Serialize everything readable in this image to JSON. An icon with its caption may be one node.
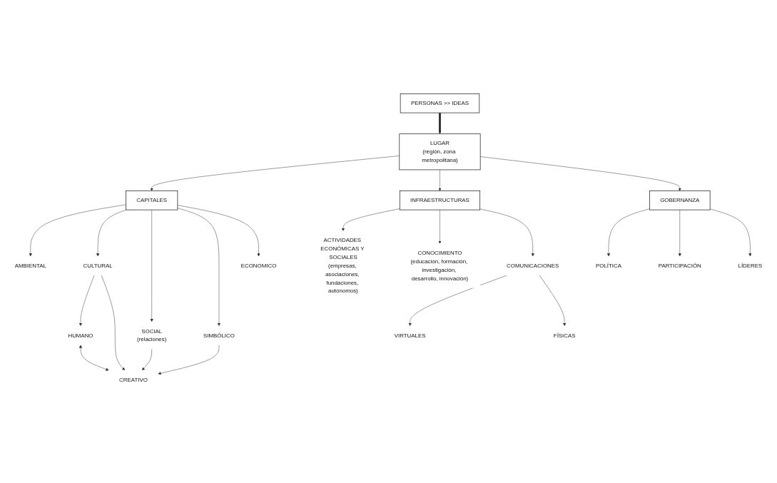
{
  "diagram": {
    "nodes": [
      {
        "text": [
          "PERSONAS >> IDEAS"
        ]
      },
      {
        "text": [
          "LUGAR",
          "(región, zona metropolitana)"
        ]
      },
      {
        "text": [
          "CAPITALES"
        ]
      },
      {
        "text": [
          "GOBERNANZA"
        ]
      },
      {
        "text": [
          "CULTURAL"
        ]
      },
      {
        "text": [
          "SOCIAL",
          "(relaciones)"
        ]
      },
      {
        "text": [
          "SIMBÓLICO"
        ]
      },
      {
        "text": [
          "ECONOMICO"
        ]
      },
      {
        "text": [
          "AMBIENTAL"
        ]
      },
      {
        "text": [
          "HUMANO"
        ]
      },
      {
        "text": [
          "CREATIVO"
        ]
      },
      {
        "text": [
          "POLÍTICA"
        ]
      },
      {
        "text": [
          "PARTICIPACIÓN"
        ]
      },
      {
        "text": [
          "LÍDERES"
        ]
      },
      {
        "text": [
          "INFRAESTRUCTURAS"
        ]
      },
      {
        "text": [
          "ACTIVIDADES ECONÓMICAS Y SOCIALES",
          "(empresas, asociaciones, fundaciones, autónomos)"
        ]
      },
      {
        "text": [
          "CONOCIMIENTO",
          "(educación, formación, investigación, desarrollo, innovación)"
        ]
      },
      {
        "text": [
          "COMUNICACIONES"
        ]
      },
      {
        "text": [
          "VIRTUALES"
        ]
      },
      {
        "text": [
          "FÍSICAS"
        ]
      }
    ],
    "edges": [
      {
        "from": 0,
        "to": 1,
        "arrow": "to",
        "style": "thick"
      },
      {
        "from": 1,
        "to": 2,
        "arrow": "to"
      },
      {
        "from": 1,
        "to": 14,
        "arrow": "to"
      },
      {
        "from": 1,
        "to": 3,
        "arrow": "to"
      },
      {
        "from": 2,
        "to": 8,
        "arrow": "to"
      },
      {
        "from": 2,
        "to": 4,
        "arrow": "to"
      },
      {
        "from": 2,
        "to": 5,
        "arrow": "to"
      },
      {
        "from": 2,
        "to": 6,
        "arrow": "to"
      },
      {
        "from": 2,
        "to": 7,
        "arrow": "to"
      },
      {
        "from": 4,
        "to": 9,
        "arrow": "to"
      },
      {
        "from": 4,
        "to": 10,
        "arrow": "to"
      },
      {
        "from": 5,
        "to": 10,
        "arrow": "to"
      },
      {
        "from": 6,
        "to": 10,
        "arrow": "to"
      },
      {
        "from": 9,
        "to": 10,
        "arrow": "both"
      },
      {
        "from": 3,
        "to": 11,
        "arrow": "to"
      },
      {
        "from": 3,
        "to": 12,
        "arrow": "to"
      },
      {
        "from": 3,
        "to": 13,
        "arrow": "to"
      },
      {
        "from": 14,
        "to": 15,
        "arrow": "to"
      },
      {
        "from": 14,
        "to": 16,
        "arrow": "to"
      },
      {
        "from": 14,
        "to": 17,
        "arrow": "to"
      },
      {
        "from": 17,
        "to": 18,
        "arrow": "to"
      },
      {
        "from": 17,
        "to": 19,
        "arrow": "to"
      }
    ]
  }
}
